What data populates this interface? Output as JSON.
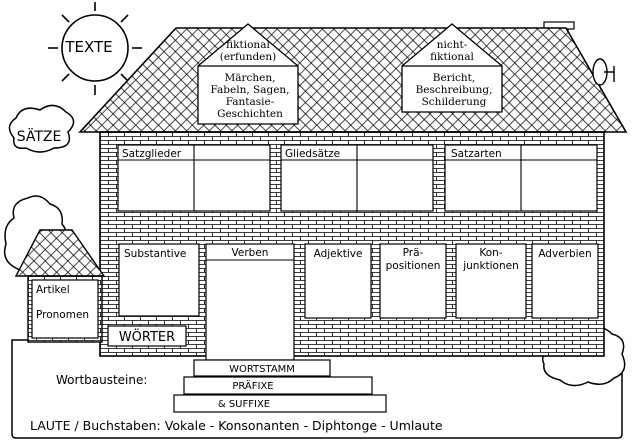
{
  "sun_label": "TEXTE",
  "cloud_label": "SÄTZE",
  "roof_panels": {
    "fictional": {
      "heading_lines": [
        "fiktional",
        "(erfunden)"
      ],
      "content_lines": [
        "Märchen,",
        "Fabeln, Sagen,",
        "Fantasie-",
        "Geschichten"
      ]
    },
    "nonfictional": {
      "heading_lines": [
        "nicht-",
        "fiktional"
      ],
      "content_lines": [
        "Bericht,",
        "Beschreibung,",
        "Schilderung"
      ]
    }
  },
  "upper_windows": [
    "Satzglieder",
    "Gliedsätze",
    "Satzarten"
  ],
  "lower_windows": {
    "substantive": "Substantive",
    "verben": "Verben",
    "adjektive": "Adjektive",
    "praepositionen_lines": [
      "Prä-",
      "positionen"
    ],
    "konjunktionen_lines": [
      "Kon-",
      "junktionen"
    ],
    "adverbien": "Adverbien"
  },
  "annex_labels": [
    "Artikel",
    "Pronomen"
  ],
  "woerter_label": "WÖRTER",
  "wortbausteine_label": "Wortbausteine:",
  "steps": [
    "WORTSTAMM",
    "PRÄFIXE",
    "& SUFFIXE"
  ],
  "bottom_line": "LAUTE / Buchstaben: Vokale - Konsonanten - Diphtonge - Umlaute",
  "colors": {
    "ink": "#000000",
    "paper": "#ffffff"
  }
}
